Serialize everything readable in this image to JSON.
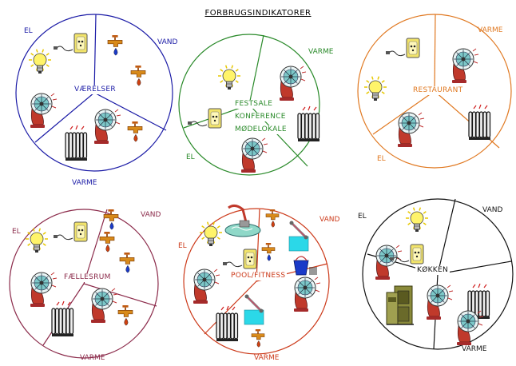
{
  "title": "FORBRUGSINDIKATORER",
  "colors": {
    "blue": "#1a1aa6",
    "green": "#2a8a2a",
    "orange": "#e07820",
    "maroon": "#8b2a4a",
    "red": "#cc3a1a",
    "black": "#111111"
  },
  "circles": [
    {
      "id": "vaerelser",
      "name": "VÆRELSER",
      "labels": {
        "el": "EL",
        "vand": "VAND",
        "varme": "VARME"
      }
    },
    {
      "id": "festsale",
      "name_lines": [
        "FESTSALE",
        "KONFERENCE",
        "MØDELOKALE"
      ],
      "labels": {
        "varme": "VARME",
        "el": "EL"
      }
    },
    {
      "id": "restaurant",
      "name": "RESTAURANT",
      "labels": {
        "varme": "VARME",
        "el": "EL"
      }
    },
    {
      "id": "faellesrum",
      "name": "FÆLLESRUM",
      "labels": {
        "vand": "VAND",
        "el": "EL",
        "varme": "VARME"
      }
    },
    {
      "id": "pool",
      "name": "POOL/FITNESS",
      "labels": {
        "el": "EL",
        "vand": "VAND",
        "varme": "VARME"
      }
    },
    {
      "id": "koekken",
      "name": "KØKKEN",
      "labels": {
        "el": "EL",
        "vand": "VAND",
        "varme": "VARME"
      }
    }
  ],
  "icons": {
    "bulb": "light-bulb-icon",
    "socket": "power-socket-icon",
    "tap": "water-tap-icon",
    "fan": "fan-heater-icon",
    "radiator": "radiator-icon",
    "pool": "pool-icon",
    "equipment": "fitness-equipment-icon",
    "stove": "stove-icon"
  }
}
